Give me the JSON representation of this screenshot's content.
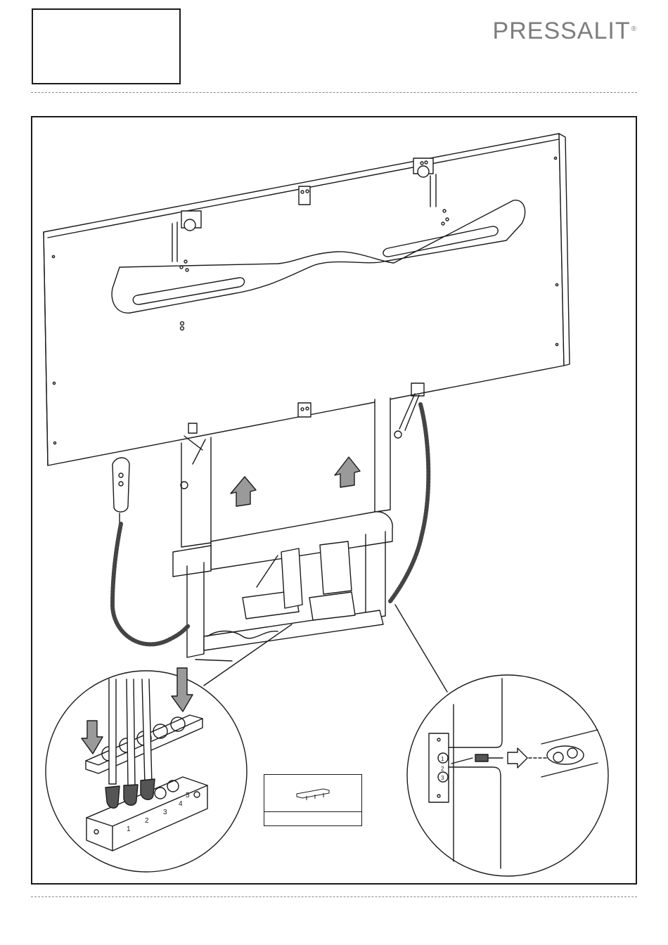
{
  "header": {
    "brand": "PRESSALIT",
    "trademark": "®"
  },
  "colors": {
    "line": "#1a1a1a",
    "arrow_fill": "#9a9a9a",
    "logo_gray": "#7d7d7d"
  },
  "detail_left": {
    "port_labels": [
      "1",
      "2",
      "3",
      "4",
      "5"
    ]
  },
  "detail_right": {
    "socket_labels": [
      "1",
      "2",
      "3"
    ]
  }
}
